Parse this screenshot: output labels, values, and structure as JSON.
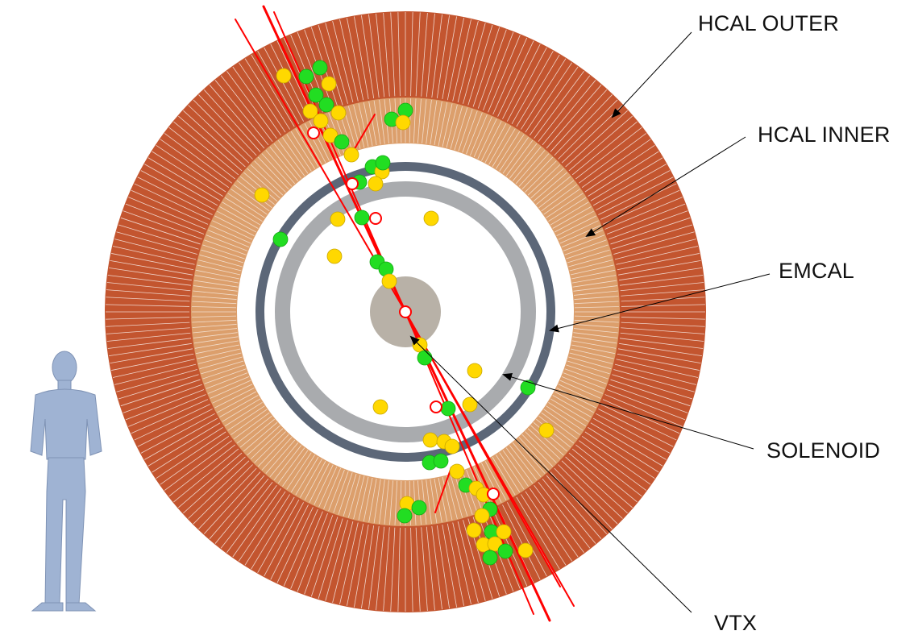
{
  "labels": {
    "hcal_outer": "HCAL OUTER",
    "hcal_inner": "HCAL INNER",
    "emcal": "EMCAL",
    "solenoid": "SOLENOID",
    "vtx": "VTX"
  },
  "colors": {
    "hcal_outer": "#c3552f",
    "hcal_inner": "#dc9f6c",
    "solenoid": "#5c6778",
    "emcal": "#a9abae",
    "vtx": "#b8b1a7",
    "track": "#ff0000",
    "cluster_yellow": "#ffd800",
    "cluster_green": "#22dd22",
    "human_figure": "#9fb3d3"
  },
  "icons": {
    "human_figure": "human-silhouette-icon"
  }
}
